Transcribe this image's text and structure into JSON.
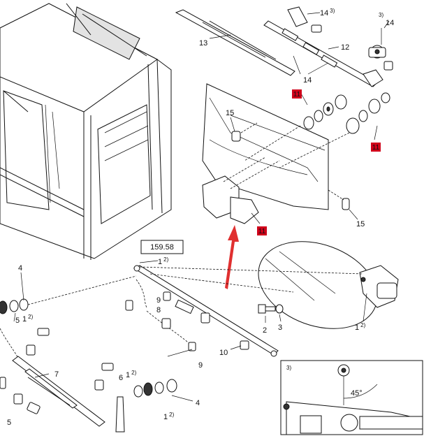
{
  "ref_box": "159.58",
  "highlight_label": "11",
  "arrow_color": "#e03030",
  "highlight_color": "#d0021b",
  "angle_label": "45°",
  "note_mark": "3)",
  "callouts": {
    "c14_top": {
      "num": "14",
      "sup": "3)"
    },
    "c14_right": {
      "num": "14",
      "sup": ""
    },
    "c3_right": {
      "num": "",
      "sup": "3)"
    },
    "c13": {
      "num": "13",
      "sup": ""
    },
    "c12": {
      "num": "12",
      "sup": ""
    },
    "c14_mid": {
      "num": "14",
      "sup": ""
    },
    "c15_top": {
      "num": "15",
      "sup": ""
    },
    "c15_bot": {
      "num": "15",
      "sup": ""
    },
    "c1_top": {
      "num": "1",
      "sup": "2)"
    },
    "c4_left": {
      "num": "4",
      "sup": ""
    },
    "c5_left": {
      "num": "5",
      "sup": ""
    },
    "c1_left": {
      "num": "1",
      "sup": "2)"
    },
    "c9_top": {
      "num": "9",
      "sup": ""
    },
    "c8": {
      "num": "8",
      "sup": ""
    },
    "c9_bot": {
      "num": "9",
      "sup": ""
    },
    "c10": {
      "num": "10",
      "sup": ""
    },
    "c7": {
      "num": "7",
      "sup": ""
    },
    "c6": {
      "num": "6",
      "sup": ""
    },
    "c1_mid": {
      "num": "1",
      "sup": "2)"
    },
    "c1_low": {
      "num": "1",
      "sup": "2)"
    },
    "c4_low": {
      "num": "4",
      "sup": ""
    },
    "c5_low": {
      "num": "5",
      "sup": ""
    },
    "c2": {
      "num": "2",
      "sup": ""
    },
    "c3": {
      "num": "3",
      "sup": ""
    },
    "c1_right": {
      "num": "1",
      "sup": "2)"
    },
    "c3_inset": {
      "num": "",
      "sup": "3)"
    }
  }
}
